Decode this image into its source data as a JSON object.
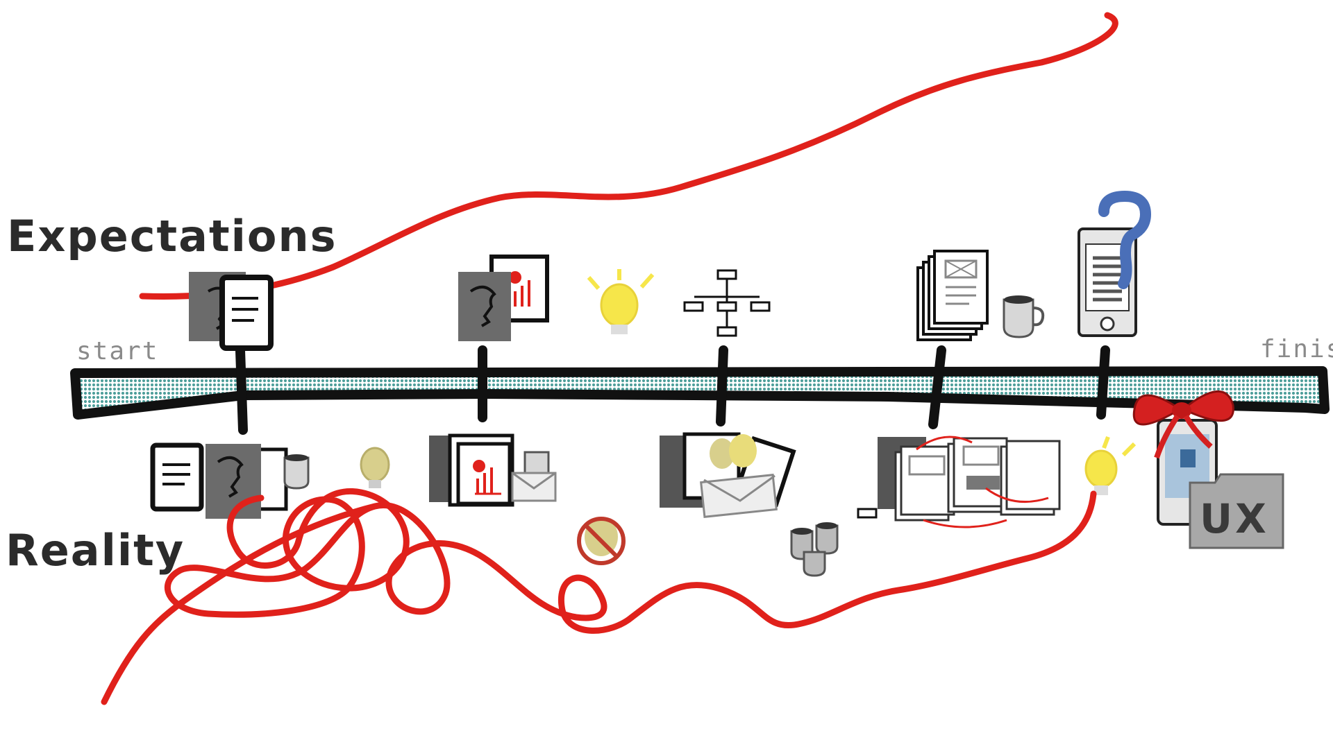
{
  "labels": {
    "expectations": "Expectations",
    "reality": "Reality",
    "start": "start",
    "finish": "finish",
    "ux": "UX"
  },
  "colors": {
    "red_line": "#e0211b",
    "timeline_fill": "#5aa6a3",
    "timeline_stroke": "#111111",
    "bulb_lit": "#f6e64a",
    "bulb_dim": "#d8cf8c",
    "question_mark": "#4a6fb8",
    "bow": "#d42020"
  },
  "icons_above_timeline": [
    "person-document-icon",
    "person-report-icon",
    "lightbulb-icon",
    "sitemap-icon",
    "wireframe-stack-icon",
    "coffee-cup-icon",
    "mobile-mockup-icon",
    "question-mark-icon"
  ],
  "icons_below_timeline": [
    "documents-person-icon",
    "coffee-cup-icon",
    "dim-lightbulb-icon",
    "report-stack-icon",
    "envelope-icon",
    "person-envelope-bulbs-icon",
    "no-idea-icon",
    "coffee-cups-icon",
    "wireframe-flow-icon",
    "lightbulb-icon",
    "gift-bow-icon",
    "mobile-app-icon",
    "ux-folder-icon"
  ]
}
